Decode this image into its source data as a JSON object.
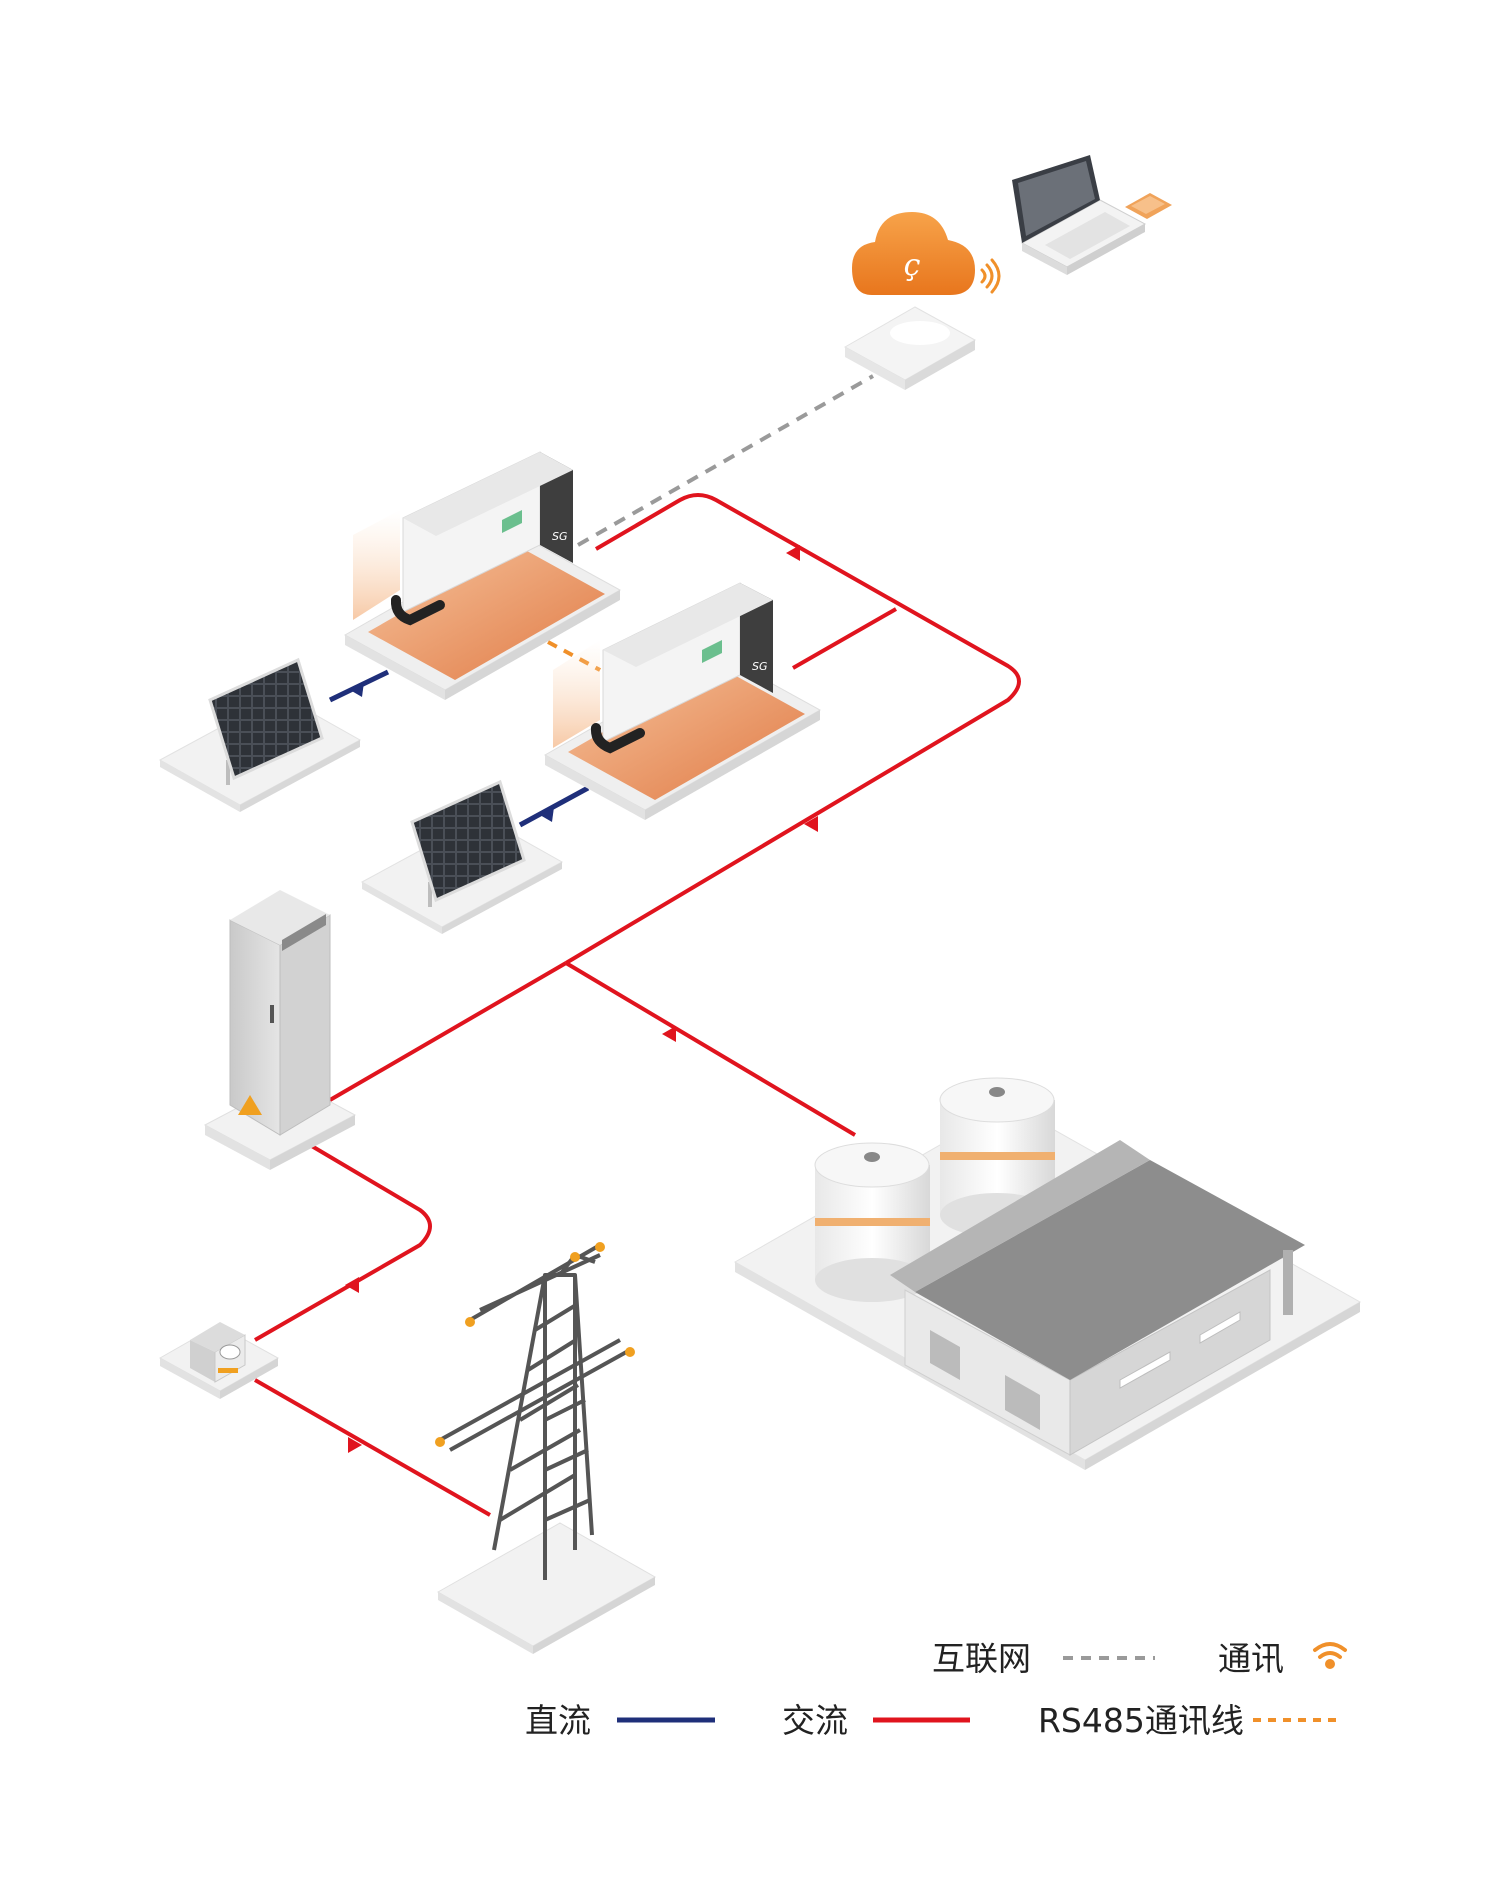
{
  "legend": {
    "internet": {
      "label": "互联网",
      "color": "#9a9a9a"
    },
    "communication": {
      "label": "通讯",
      "color": "#f0902a"
    },
    "dc": {
      "label": "直流",
      "color": "#1f2f7a"
    },
    "ac": {
      "label": "交流",
      "color": "#e0141e"
    },
    "rs485": {
      "label": "RS485通讯线",
      "color": "#f0902a"
    }
  },
  "icons": {
    "cloud": "cloud-icon",
    "laptop": "laptop-icon",
    "phone": "mobile-icon",
    "wifi": "wifi-icon",
    "router": "router-icon",
    "inverter": "inverter-icon",
    "solar_panel": "solar-panel-icon",
    "cabinet": "distribution-cabinet-icon",
    "meter": "electric-meter-icon",
    "tower": "transmission-tower-icon",
    "factory": "factory-icon"
  },
  "colors": {
    "ac_line": "#e0141e",
    "dc_line": "#1f2f7a",
    "accent_orange": "#f0902a",
    "platform": "#f2f2f2"
  }
}
